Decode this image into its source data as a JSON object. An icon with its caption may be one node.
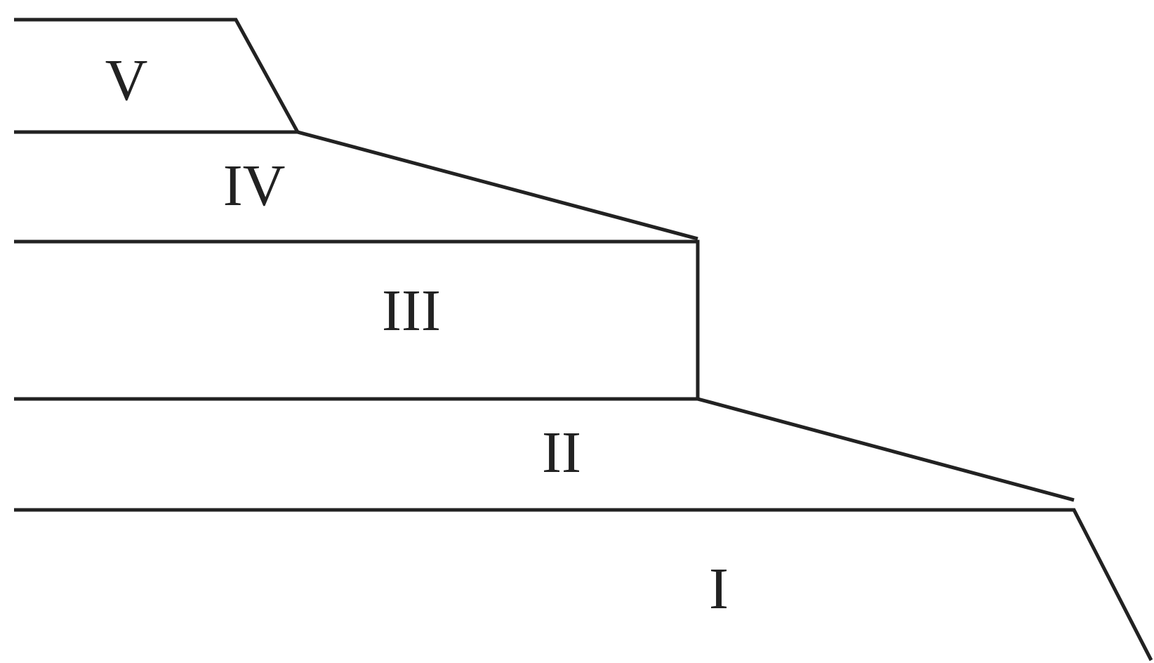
{
  "diagram": {
    "nodes": [
      {
        "text": [
          "V"
        ]
      },
      {
        "text": [
          "IV"
        ]
      },
      {
        "text": [
          "III"
        ]
      },
      {
        "text": [
          "II"
        ]
      },
      {
        "text": [
          "I"
        ]
      }
    ]
  }
}
